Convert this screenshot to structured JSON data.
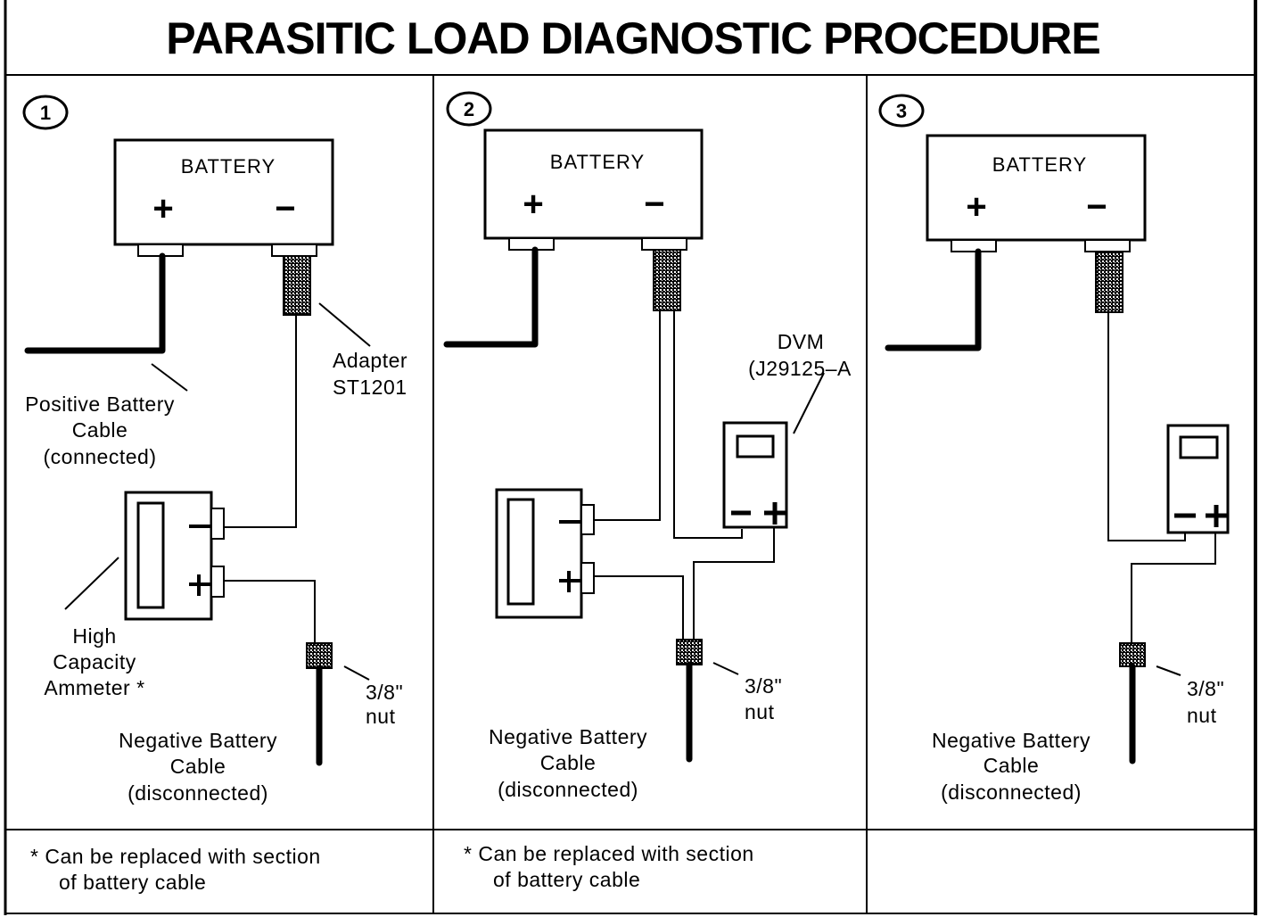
{
  "title": "PARASITIC LOAD DIAGNOSTIC PROCEDURE",
  "colors": {
    "ink": "#000000",
    "paper": "#ffffff"
  },
  "panels": [
    {
      "step": "1",
      "battery_label": "BATTERY",
      "plus": "+",
      "minus": "−",
      "labels": {
        "adapter": [
          "Adapter",
          "ST1201"
        ],
        "positive_cable": [
          "Positive Battery",
          "Cable",
          "(connected)"
        ],
        "ammeter": [
          "High",
          "Capacity",
          "Ammeter *"
        ],
        "nut": [
          "3/8\"",
          "nut"
        ],
        "negative_cable": [
          "Negative Battery",
          "Cable",
          "(disconnected)"
        ]
      },
      "footnote": [
        "* Can be replaced with section",
        "of battery cable"
      ]
    },
    {
      "step": "2",
      "battery_label": "BATTERY",
      "plus": "+",
      "minus": "−",
      "labels": {
        "dvm": [
          "DVM",
          "(J29125–A"
        ],
        "nut": [
          "3/8\"",
          "nut"
        ],
        "negative_cable": [
          "Negative Battery",
          "Cable",
          "(disconnected)"
        ]
      },
      "footnote": [
        "* Can be replaced with section",
        "of battery cable"
      ]
    },
    {
      "step": "3",
      "battery_label": "BATTERY",
      "plus": "+",
      "minus": "−",
      "labels": {
        "nut": [
          "3/8\"",
          "nut"
        ],
        "negative_cable": [
          "Negative Battery",
          "Cable",
          "(disconnected)"
        ]
      },
      "footnote": []
    }
  ]
}
